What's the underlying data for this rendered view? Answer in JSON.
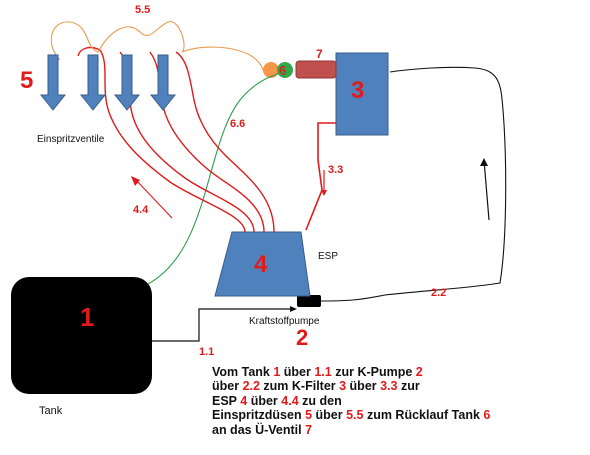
{
  "labels": {
    "n1": "1",
    "n2": "2",
    "n3": "3",
    "n4": "4",
    "n5": "5",
    "n6": "6",
    "n7": "7",
    "l11": "1.1",
    "l22": "2.2",
    "l33": "3.3",
    "l44": "4.4",
    "l55": "5.5",
    "l66": "6.6",
    "tank": "Tank",
    "pump": "Kraftstoffpumpe",
    "esp": "ESP",
    "injectors": "Einspritzventile"
  },
  "caption": [
    [
      [
        "Vom Tank ",
        false
      ],
      [
        "1",
        true
      ],
      [
        " über ",
        false
      ],
      [
        "1.1",
        true
      ],
      [
        " zur K-Pumpe ",
        false
      ],
      [
        "2",
        true
      ]
    ],
    [
      [
        "über ",
        false
      ],
      [
        "2.2",
        true
      ],
      [
        " zum K-Filter ",
        false
      ],
      [
        "3",
        true
      ],
      [
        " über ",
        false
      ],
      [
        "3.3",
        true
      ],
      [
        " zur",
        false
      ]
    ],
    [
      [
        "ESP ",
        false
      ],
      [
        "4",
        true
      ],
      [
        " über ",
        false
      ],
      [
        "4.4",
        true
      ],
      [
        " zu den",
        false
      ]
    ],
    [
      [
        "Einspritzdüsen ",
        false
      ],
      [
        "5",
        true
      ],
      [
        " über ",
        false
      ],
      [
        "5.5",
        true
      ],
      [
        " zum Rücklauf Tank ",
        false
      ],
      [
        "6",
        true
      ]
    ],
    [
      [
        "an das Ü-Ventil ",
        false
      ],
      [
        "7",
        true
      ]
    ]
  ],
  "colors": {
    "blue": "#4f81bd",
    "blue_edge": "#385d8a",
    "red_line": "#e01b1b",
    "orange_line": "#e99a4f",
    "green_line": "#2e9d4c",
    "tank": "#000000",
    "valve7": "#c0504d",
    "ball_orange": "#f79646",
    "ball_green": "#33a84a"
  }
}
